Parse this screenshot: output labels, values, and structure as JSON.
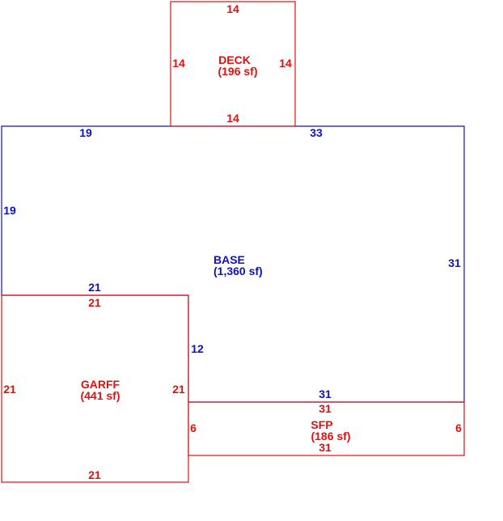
{
  "colors": {
    "base": "#1010c0",
    "addition": "#e01010",
    "background": "#ffffff"
  },
  "deck": {
    "name": "DECK",
    "area": "(196 sf)",
    "dims": {
      "top": "14",
      "left": "14",
      "right": "14",
      "bottom": "14"
    }
  },
  "base": {
    "name": "BASE",
    "area": "(1,360 sf)",
    "dims": {
      "top_left": "19",
      "top_right": "33",
      "left": "19",
      "right": "31",
      "step_top": "21",
      "step_side": "12",
      "bottom": "31"
    }
  },
  "garff": {
    "name": "GARFF",
    "area": "(441 sf)",
    "dims": {
      "top": "21",
      "left": "21",
      "right": "21",
      "bottom": "21"
    }
  },
  "sfp": {
    "name": "SFP",
    "area": "(186 sf)",
    "dims": {
      "top": "31",
      "left": "6",
      "right": "6",
      "bottom": "31"
    }
  }
}
